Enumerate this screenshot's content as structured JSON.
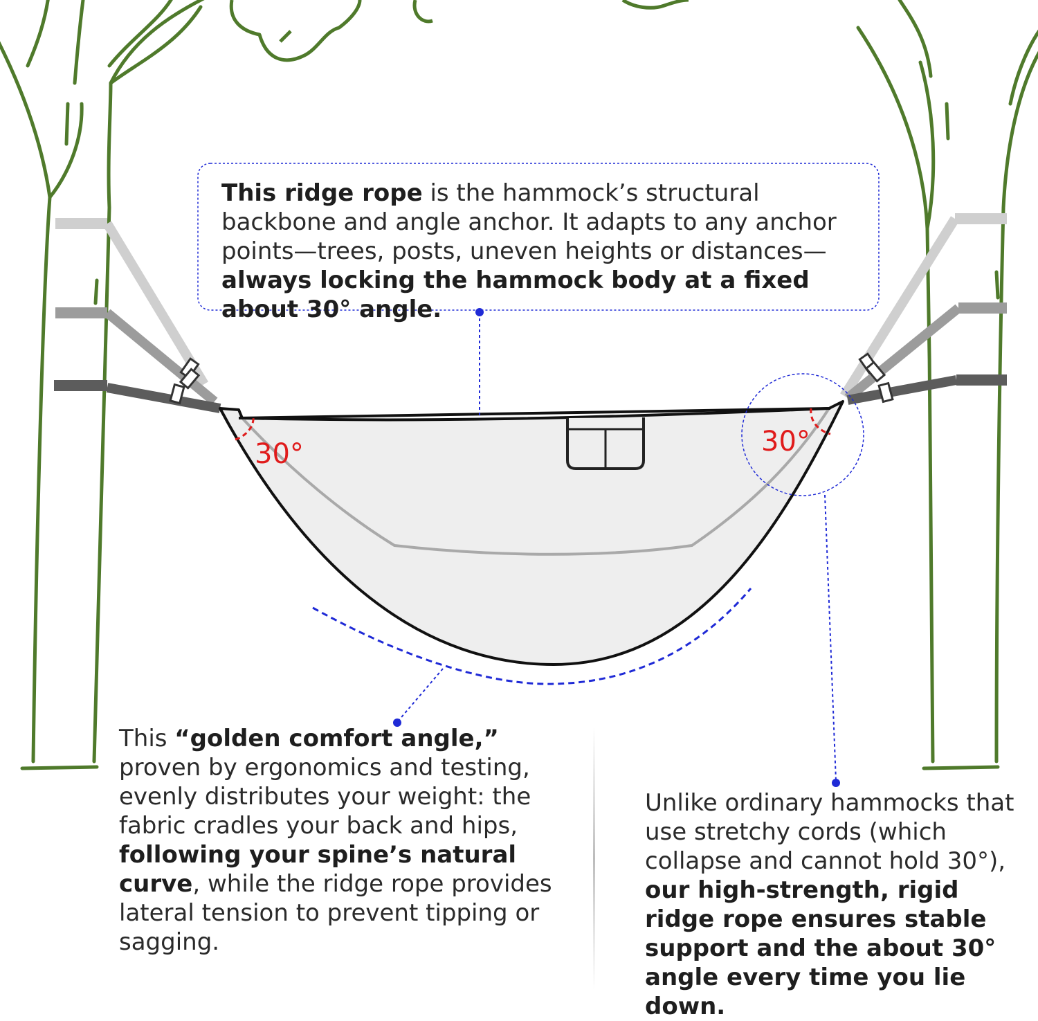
{
  "angle_labels": {
    "left": "30°",
    "right": "30°"
  },
  "callouts": {
    "top": [
      {
        "text": "This  ridge rope",
        "bold": true
      },
      {
        "text": " is the hammock’s structural backbone and angle anchor. It adapts to any anchor points—trees, posts, uneven heights or distances—",
        "bold": false
      },
      {
        "text": "always locking the hammock body at a fixed about 30° angle.",
        "bold": true
      }
    ],
    "left": [
      {
        "text": "This ",
        "bold": false
      },
      {
        "text": "“golden comfort angle,”",
        "bold": true
      },
      {
        "text": " proven by ergonomics and testing, evenly distributes your weight: the fabric cradles your back and hips, ",
        "bold": false
      },
      {
        "text": "following your spine’s natural curve",
        "bold": true
      },
      {
        "text": ", while the ridge rope provides lateral tension to prevent tipping or sagging.",
        "bold": false
      }
    ],
    "right": [
      {
        "text": "Unlike ordinary hammocks that use stretchy cords (which collapse and cannot hold 30°), ",
        "bold": false
      },
      {
        "text": "our high-strength, rigid ridge rope ensures stable support and the about 30° angle every time you lie down.",
        "bold": true
      }
    ]
  },
  "colors": {
    "tree": "#4f7a2b",
    "annotation": "#1f2ad6",
    "angle": "#e01b1b",
    "fabric": "#eeeeee",
    "outline": "#111111"
  }
}
